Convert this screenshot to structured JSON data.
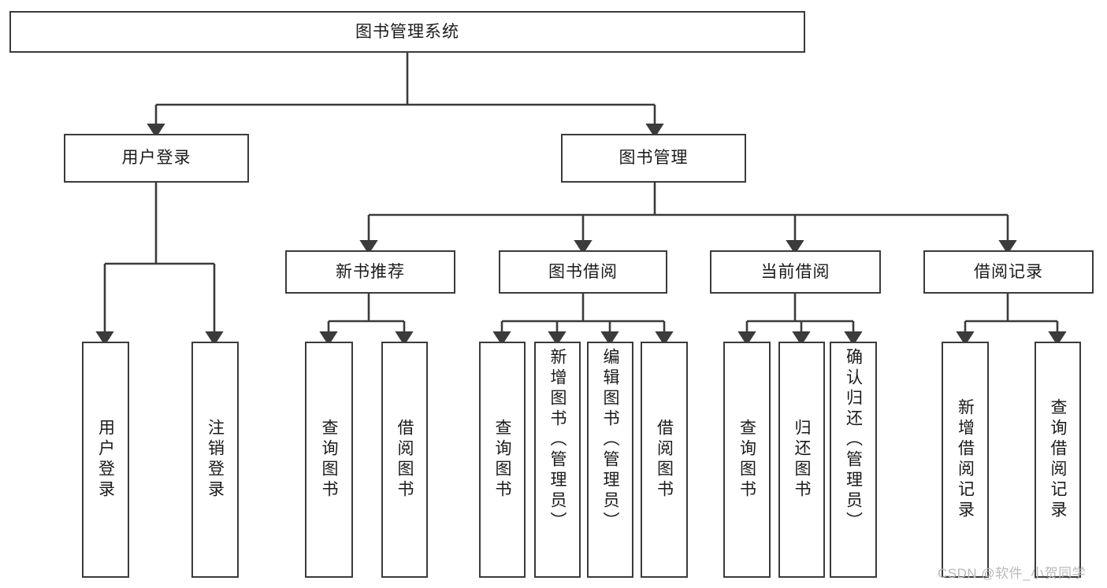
{
  "diagram": {
    "title": "图书管理系统",
    "type": "tree-hierarchy",
    "watermark": "CSDN @软件_小贺同学",
    "colors": {
      "box_border": "#3b3b3b",
      "box_fill": "#ffffff",
      "connector": "#3b3b3b",
      "text": "#1a1a1a",
      "watermark": "#b9b9b9",
      "background": "#ffffff"
    },
    "root": {
      "id": "root",
      "label": "图书管理系统",
      "orientation": "horizontal"
    },
    "level2": [
      {
        "id": "user-login",
        "label": "用户登录",
        "orientation": "horizontal"
      },
      {
        "id": "book-management",
        "label": "图书管理",
        "orientation": "horizontal"
      }
    ],
    "level3": [
      {
        "id": "new-book-recommend",
        "label": "新书推荐",
        "orientation": "horizontal",
        "parent": "book-management"
      },
      {
        "id": "book-borrow",
        "label": "图书借阅",
        "orientation": "horizontal",
        "parent": "book-management"
      },
      {
        "id": "current-borrow",
        "label": "当前借阅",
        "orientation": "horizontal",
        "parent": "book-management"
      },
      {
        "id": "borrow-record",
        "label": "借阅记录",
        "orientation": "horizontal",
        "parent": "book-management"
      }
    ],
    "leaves": [
      {
        "id": "leaf-user-login",
        "label": "用户登录",
        "orientation": "vertical",
        "parent": "user-login"
      },
      {
        "id": "leaf-logout",
        "label": "注销登录",
        "orientation": "vertical",
        "parent": "user-login"
      },
      {
        "id": "leaf-query-book-1",
        "label": "查询图书",
        "orientation": "vertical",
        "parent": "new-book-recommend"
      },
      {
        "id": "leaf-borrow-book-1",
        "label": "借阅图书",
        "orientation": "vertical",
        "parent": "new-book-recommend"
      },
      {
        "id": "leaf-query-book-2",
        "label": "查询图书",
        "orientation": "vertical",
        "parent": "book-borrow"
      },
      {
        "id": "leaf-add-book",
        "label": "新增图书（管理员）",
        "orientation": "vertical",
        "parent": "book-borrow"
      },
      {
        "id": "leaf-edit-book",
        "label": "编辑图书（管理员）",
        "orientation": "vertical",
        "parent": "book-borrow"
      },
      {
        "id": "leaf-borrow-book-2",
        "label": "借阅图书",
        "orientation": "vertical",
        "parent": "book-borrow"
      },
      {
        "id": "leaf-query-book-3",
        "label": "查询图书",
        "orientation": "vertical",
        "parent": "current-borrow"
      },
      {
        "id": "leaf-return-book",
        "label": "归还图书",
        "orientation": "vertical",
        "parent": "current-borrow"
      },
      {
        "id": "leaf-confirm-return",
        "label": "确认归还（管理员）",
        "orientation": "vertical",
        "parent": "current-borrow"
      },
      {
        "id": "leaf-add-record",
        "label": "新增借阅记录",
        "orientation": "vertical",
        "parent": "borrow-record"
      },
      {
        "id": "leaf-query-record",
        "label": "查询借阅记录",
        "orientation": "vertical",
        "parent": "borrow-record"
      }
    ]
  }
}
